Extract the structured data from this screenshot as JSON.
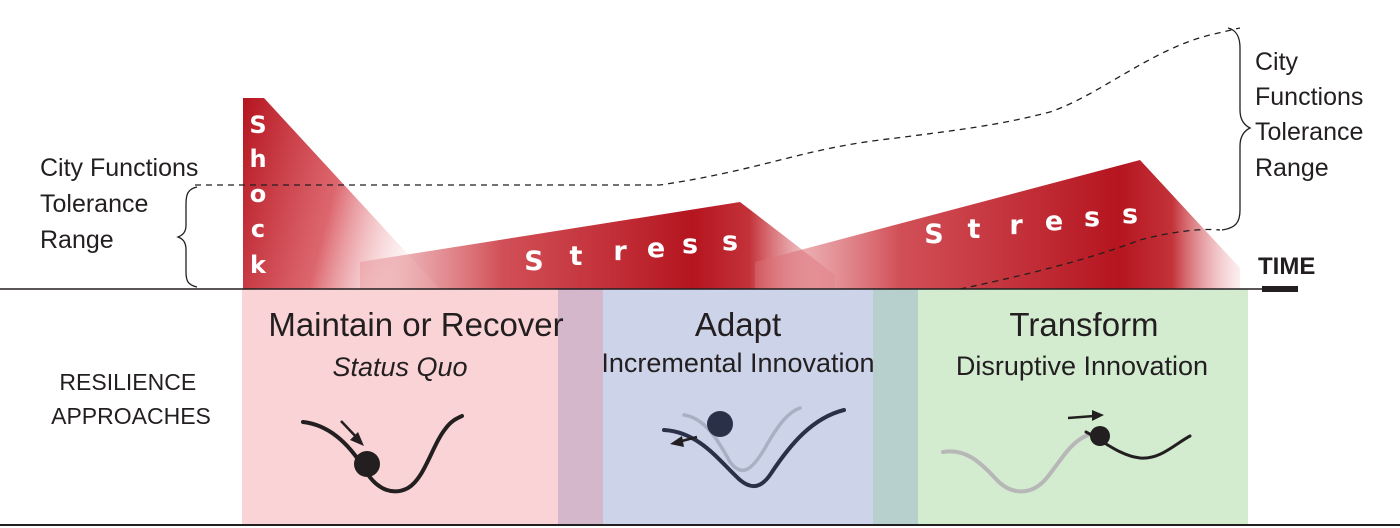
{
  "left_tolerance_label": [
    "City Functions",
    "Tolerance",
    "Range"
  ],
  "right_tolerance_label": [
    "City",
    "Functions",
    "Tolerance",
    "Range"
  ],
  "time_label": "TIME",
  "shock_label": "Shock",
  "stress_label": "Stress",
  "resilience_approaches_label": [
    "RESILIENCE",
    "APPROACHES"
  ],
  "approaches": [
    {
      "title": "Maintain or Recover",
      "subtitle": "Status Quo",
      "color": "#f9d3d5"
    },
    {
      "title": "Adapt",
      "subtitle": "Incremental Innovation",
      "color": "#cdd3e8"
    },
    {
      "title": "Transform",
      "subtitle": "Disruptive Innovation",
      "color": "#d3ecd0"
    }
  ],
  "transition_colors": [
    "#d5b7cc",
    "#b7cfcd"
  ],
  "pressure_color": "#b5151f"
}
